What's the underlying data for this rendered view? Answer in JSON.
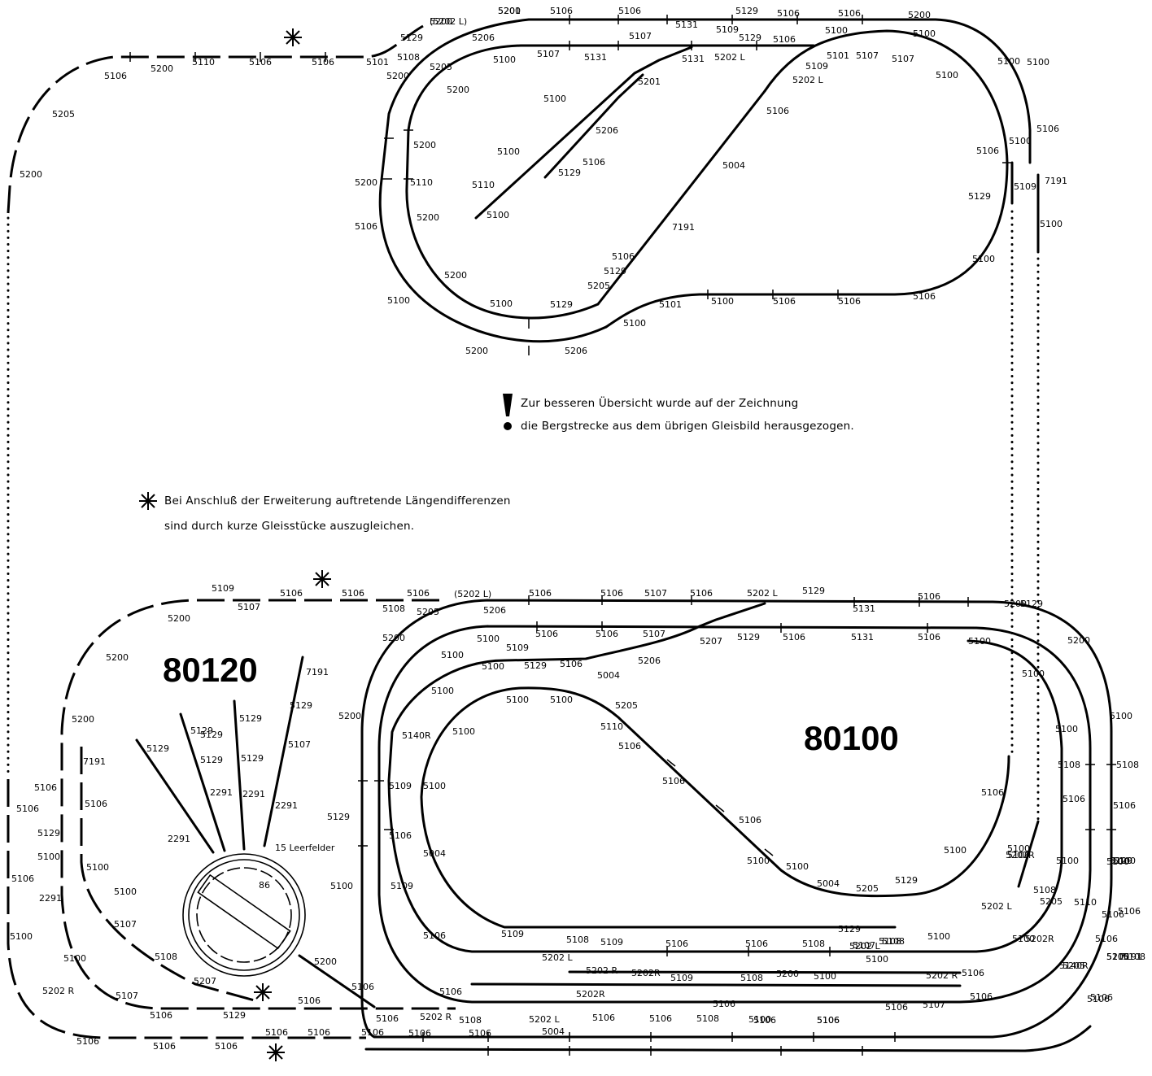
{
  "layouts": {
    "upper": {
      "label": ""
    },
    "lower_right": {
      "label": "80100"
    },
    "lower_left": {
      "label": "80120"
    }
  },
  "turntable": {
    "center_number": "86",
    "empty_fields_label": "15 Leerfelder"
  },
  "notes": {
    "mountain_line_line1": "Zur besseren Übersicht wurde auf der Zeichnung",
    "mountain_line_line2": "die Bergstrecke aus dem übrigen Gleisbild herausgezogen.",
    "extension_line1": "Bei Anschluß der Erweiterung auftretende Längendifferenzen",
    "extension_line2": "sind durch kurze Gleisstücke auszugleichen."
  },
  "part_labels": {
    "upper": [
      "(5202 L)",
      "5201",
      "5106",
      "5106",
      "5131",
      "5129",
      "5106",
      "5106",
      "5200",
      "5129",
      "5206",
      "5107",
      "5131",
      "5109",
      "5129",
      "5106",
      "5100",
      "5100",
      "5101",
      "5108",
      "5205",
      "5100",
      "5107",
      "5131",
      "5202 L",
      "5109",
      "5101",
      "5107",
      "5107",
      "5100",
      "5100",
      "5200",
      "5110",
      "5106",
      "5106",
      "5106",
      "5200",
      "5201",
      "5202 L",
      "5205",
      "5200",
      "5100",
      "5206",
      "5106",
      "5106",
      "5200",
      "5200",
      "5100",
      "5106",
      "5004",
      "5106",
      "5100",
      "5100",
      "5200",
      "5110",
      "5110",
      "5129",
      "7191",
      "5109",
      "5129",
      "5100",
      "5106",
      "5200",
      "5100",
      "7191",
      "5106",
      "5129",
      "5205",
      "5100",
      "5101",
      "5100",
      "5106",
      "5106",
      "5106",
      "5100",
      "5200",
      "5100",
      "5100",
      "5129",
      "5200",
      "5206",
      "5200",
      "5200"
    ],
    "lower": [
      "5109",
      "5106",
      "5106",
      "5106",
      "(5202 L)",
      "5106",
      "5106",
      "5107",
      "5106",
      "5202 L",
      "5129",
      "5106",
      "5107",
      "5108",
      "5205",
      "5206",
      "5131",
      "5200",
      "5200",
      "5200",
      "5100",
      "5106",
      "5106",
      "5107",
      "5207",
      "5129",
      "5106",
      "5131",
      "5106",
      "5100",
      "5200",
      "80120",
      "7191",
      "5100",
      "5109",
      "5100",
      "5129",
      "5106",
      "5004",
      "5206",
      "5100",
      "5200",
      "5129",
      "5100",
      "5100",
      "5100",
      "5205",
      "5200",
      "5200",
      "5129",
      "5107",
      "5129",
      "5129",
      "5129",
      "5100",
      "5110",
      "5106",
      "5140R",
      "5100",
      "5100",
      "5108",
      "5108",
      "7191",
      "5129",
      "5129",
      "5129",
      "2291",
      "2291",
      "2291",
      "2291",
      "5109",
      "5106",
      "5106",
      "5100",
      "5106",
      "5106",
      "5106",
      "5106",
      "5106",
      "5106",
      "5129",
      "5106",
      "5100",
      "5100",
      "5100",
      "5100",
      "5100",
      "5100",
      "5202R",
      "5129",
      "5129",
      "5100",
      "5100",
      "5004",
      "5100",
      "5100",
      "5129",
      "5205",
      "5100",
      "5100",
      "5004",
      "5108",
      "5205",
      "5110",
      "5106",
      "5106",
      "2291",
      "5200",
      "5100",
      "5109",
      "5202 L",
      "5106",
      "5106",
      "5202R",
      "5129",
      "5107",
      "5108",
      "5100",
      "5206",
      "5100",
      "5107",
      "5106",
      "5109",
      "5108",
      "5109",
      "5106",
      "5106",
      "5108",
      "5202 L",
      "5108",
      "5100",
      "5200",
      "5100",
      "5108",
      "5202 L",
      "5202 R",
      "5202R",
      "5109",
      "5108",
      "5200",
      "5100",
      "5100",
      "5202 R",
      "5106",
      "5205",
      "5202 R",
      "5107",
      "5207",
      "5106",
      "5106",
      "5202 R",
      "5108",
      "5202 L",
      "5106",
      "5106",
      "5108",
      "5100",
      "5106",
      "5106",
      "5107",
      "5106",
      "5129",
      "5106",
      "5106",
      "5202R",
      "5106",
      "5106",
      "5106",
      "5106",
      "5106",
      "5110",
      "5108",
      "5140R",
      "7191",
      "5106",
      "5106",
      "5106",
      "5106",
      "5106",
      "5106",
      "5106",
      "5106",
      "5106",
      "5004"
    ]
  }
}
